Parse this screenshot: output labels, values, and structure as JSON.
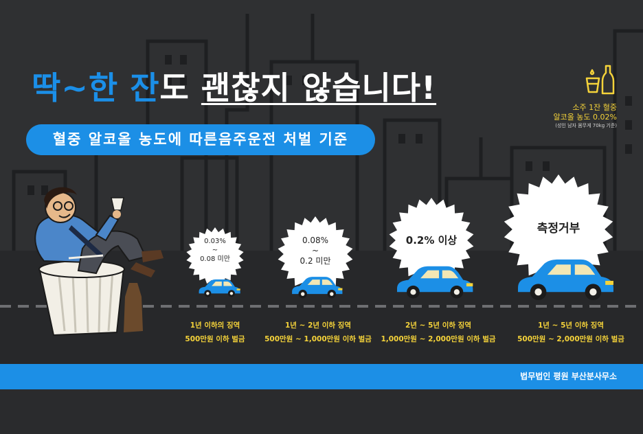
{
  "title": {
    "part1": "딱~한 잔",
    "part2": "도 ",
    "part3": "괜찮지 않습니다!"
  },
  "subtitle": "혈중 알코올 농도에 따른음주운전 처벌 기준",
  "soju": {
    "line1": "소주 1잔 혈중",
    "line2": "알코올 농도 0.02%",
    "line3": "(성인 남자 몸무게 70kg 기준)"
  },
  "levels": [
    {
      "bac_top": "0.03%",
      "bac_mid": "~",
      "bac_bottom": "0.08 미만",
      "penalty_line1": "1년 이하의 징역",
      "penalty_line2": "500만원 이하 벌금"
    },
    {
      "bac_top": "0.08%",
      "bac_mid": "~",
      "bac_bottom": "0.2 미만",
      "penalty_line1": "1년 ~ 2년 이하 징역",
      "penalty_line2": "500만원 ~ 1,000만원 이하 벌금"
    },
    {
      "bac_top": "0.2% 이상",
      "penalty_line1": "2년 ~ 5년 이하 징역",
      "penalty_line2": "1,000만원 ~ 2,000만원 이하 벌금"
    },
    {
      "bac_top": "측정거부",
      "penalty_line1": "1년 ~ 5년 이하 징역",
      "penalty_line2": "500만원 ~ 2,000만원 이하 벌금"
    }
  ],
  "footer": "법무법인 평원 부산분사무소",
  "colors": {
    "accent_blue": "#1c8fe6",
    "penalty_yellow": "#f5d33a",
    "background": "#2f3032"
  }
}
